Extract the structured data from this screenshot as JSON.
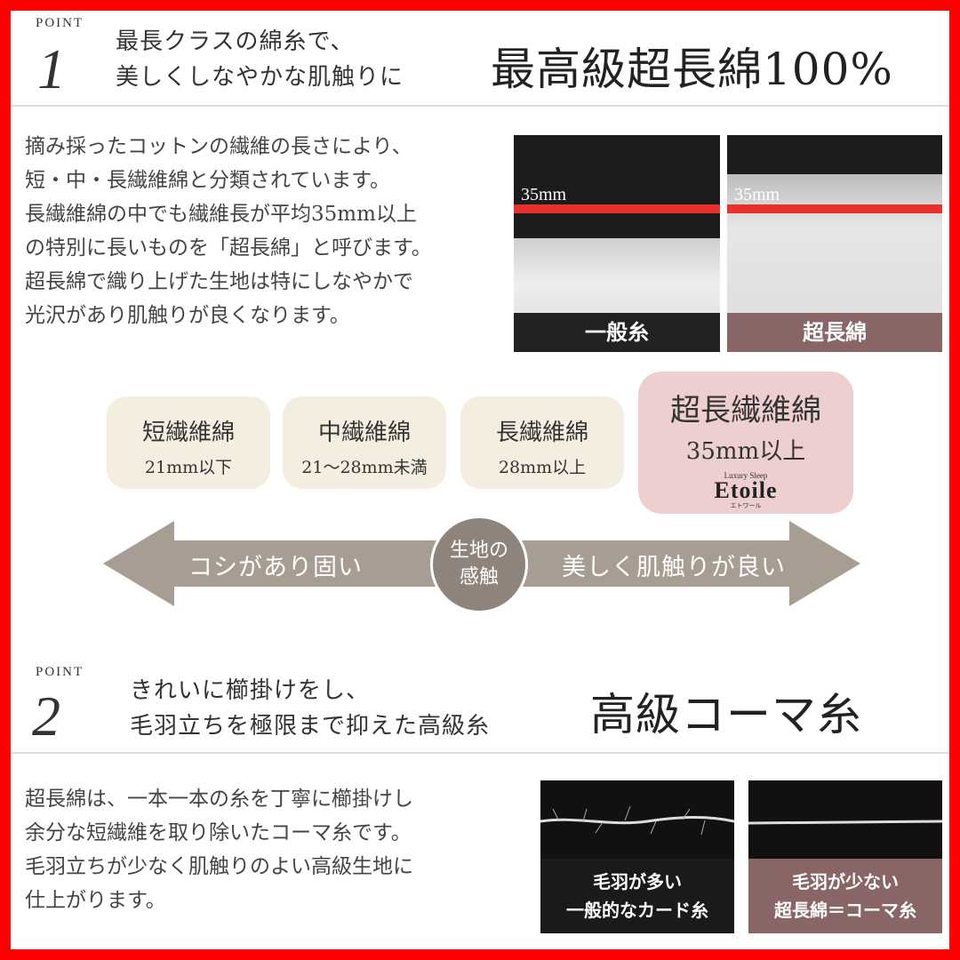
{
  "point1": {
    "label": "POINT",
    "number": "1",
    "subtitle_line1": "最長クラスの綿糸で、",
    "subtitle_line2": "美しくしなやかな肌触りに",
    "headline": "最高級超長綿100%"
  },
  "section1": {
    "body_lines": [
      "摘み採ったコットンの繊維の長さにより、",
      "短・中・長繊維綿と分類されています。",
      "長繊維綿の中でも繊維長が平均35mm以上",
      "の特別に長いものを「超長綿」と呼びます。",
      "超長綿で織り上げた生地は特にしなやかで",
      "光沢があり肌触りが良くなります。"
    ],
    "photo_left": {
      "measure": "35mm",
      "caption": "一般糸"
    },
    "photo_right": {
      "measure": "35mm",
      "caption": "超長綿"
    }
  },
  "fiber_classes": [
    {
      "name": "短繊維綿",
      "range": "21mm以下"
    },
    {
      "name": "中繊維綿",
      "range": "21〜28mm未満"
    },
    {
      "name": "長繊維綿",
      "range": "28mm以上"
    }
  ],
  "fiber_highlight": {
    "name": "超長繊維綿",
    "range": "35mm以上",
    "brand_small": "Luxury Sleep",
    "brand": "Etoile",
    "brand_kana": "エトワール"
  },
  "scale": {
    "left_label": "コシがあり固い",
    "center_line1": "生地の",
    "center_line2": "感触",
    "right_label": "美しく肌触りが良い"
  },
  "point2": {
    "label": "POINT",
    "number": "2",
    "subtitle_line1": "きれいに櫛掛けをし、",
    "subtitle_line2": "毛羽立ちを極限まで抑えた高級糸",
    "headline": "高級コーマ糸"
  },
  "section2": {
    "body_lines": [
      "超長綿は、一本一本の糸を丁寧に櫛掛けし",
      "余分な短繊維を取り除いたコーマ糸です。",
      "毛羽立ちが少なく肌触りのよい高級生地に",
      "仕上がります。"
    ],
    "yarn_left": {
      "line1": "毛羽が多い",
      "line2": "一般的なカード糸"
    },
    "yarn_right": {
      "line1": "毛羽が少ない",
      "line2": "超長綿＝コーマ糸"
    }
  },
  "colors": {
    "frame": "#ff0000",
    "cream": "#f4eee0",
    "pink": "#eecfcf",
    "taupe": "#a89d93",
    "caption_rose": "#8a6565",
    "measure_red": "#e8302c"
  }
}
